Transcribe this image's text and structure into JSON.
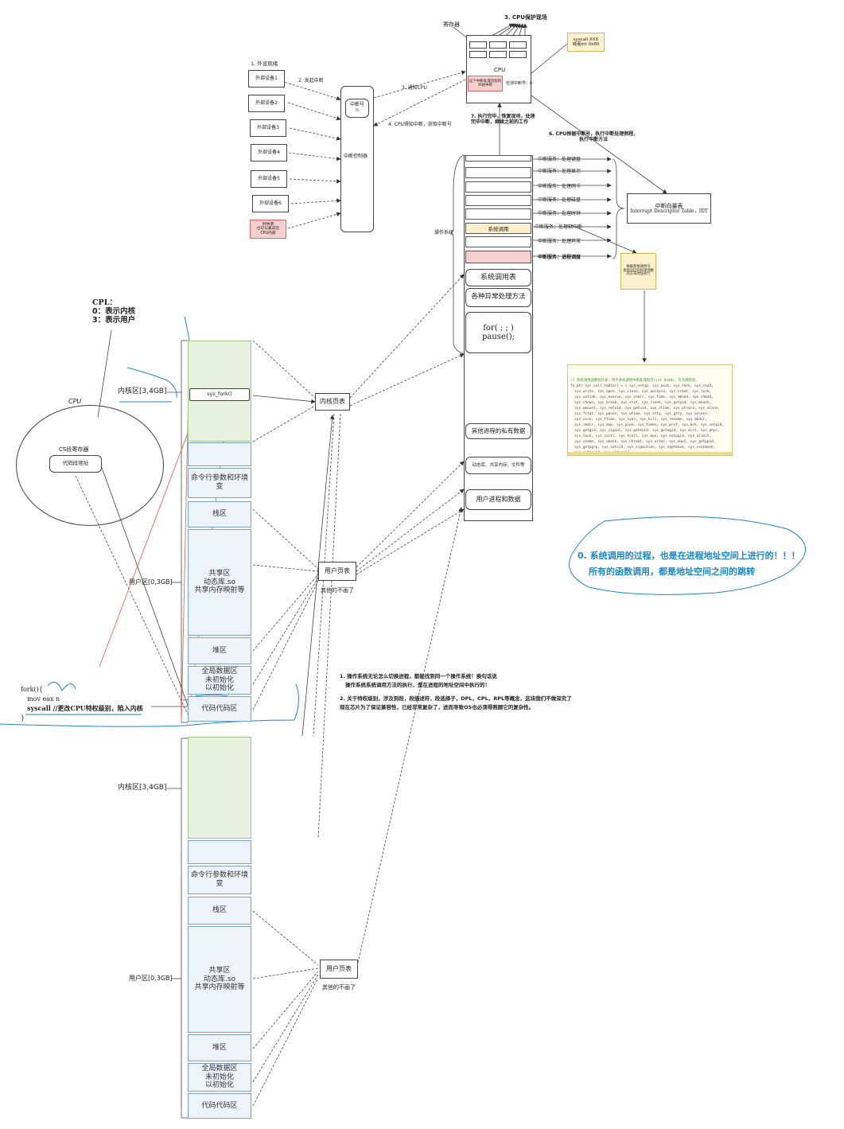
{
  "top": {
    "registers_label": "寄存器",
    "cpu_protect_label": "3. CPU保护现场",
    "cpu_label": "CPU",
    "cpu_red_box": "这个中断处理流程的开始中断",
    "cpu_inner_text": "检测中断号：n",
    "syscall_note": "syscall XXX\n或者int 0x80",
    "step_notify": "3. 通知CPU",
    "step_get_intnum": "4. CPU得知中断，获取中断号",
    "step_restore": "7. 执行完毕，恢复现场，处理\n完毕中断，继续之前的工作",
    "step_lookup": "6. CPU根据中断号，执行中断处理例程，\n执行中断方法"
  },
  "peripherals": {
    "title": "1. 外设就绪",
    "items": [
      "外部设备1",
      "外部设备2",
      "外部设备3",
      "外部设备4",
      "外部设备5",
      "外部设备6"
    ],
    "timer": "时钟源\n也可以集成在\nCPU内部",
    "raise_int": "2. 发起中断"
  },
  "controller": {
    "int_num": "中断号\nn",
    "label": "中断控制器"
  },
  "kernel_table": {
    "os_label": "操作系统",
    "syscall_cell": "系统调用",
    "services": [
      "中断服务：处理键盘",
      "中断服务：处理显示",
      "中断服务：处理网卡",
      "中断服务：处理磁盘",
      "中断服务：处理时钟",
      "中断服务：处理软中断",
      "中断服务：处理异常",
      "中断服务：进程调度"
    ],
    "syscall_table": "系统调用表",
    "exception_handlers": "各种异常处理方法",
    "loop_code": "for( ; ; )\npause();",
    "other_private": "其他进程的私有数据",
    "dynlib": "动态库、共享内存、文件等",
    "user_proc": "用户进程和数据"
  },
  "idt": {
    "name": "中断向量表",
    "full": "Interrupt Descriptor Table，IDT"
  },
  "dispatch_note": "根据系统调用号\n查找对应的处理函数\n的方法地址执行",
  "syscall_code": {
    "comment": "// 系统调用函数指针表：用于系统调用中断处理程序(int 0x80)，作为跳转表。",
    "body": "fn_ptr sys_call_table[] = { sys_setup, sys_exit, sys_fork, sys_read,\n  sys_write, sys_open, sys_close, sys_waitpid, sys_creat, sys_link,\n  sys_unlink, sys_execve, sys_chdir, sys_time, sys_mknod, sys_chmod,\n  sys_chown, sys_break, sys_stat, sys_lseek, sys_getpid, sys_mount,\n  sys_umount, sys_setuid, sys_getuid, sys_stime, sys_ptrace, sys_alarm,\n  sys_fstat, sys_pause, sys_utime, sys_stty, sys_gtty, sys_access,\n  sys_nice, sys_ftime, sys_sync, sys_kill, sys_rename, sys_mkdir,\n  sys_rmdir, sys_dup, sys_pipe, sys_times, sys_prof, sys_brk, sys_setgid,\n  sys_getgid, sys_signal, sys_geteuid, sys_getegid, sys_acct, sys_phys,\n  sys_lock, sys_ioctl, sys_fcntl, sys_mpx, sys_setpgid, sys_ulimit,\n  sys_uname, sys_umask, sys_chroot, sys_ustat, sys_dup2, sys_getppid,\n  sys_getpgrp, sys_setsid, sys_sigaction, sys_sgetmask, sys_ssetmask,\n  sys_setreuid, sys_setregid\n};"
  },
  "cpl": {
    "title": "CPL：",
    "line0": "0：表示内核",
    "line3": "3：表示用户"
  },
  "cpu_circle": {
    "title": "CPU",
    "cs_register": "CS段寄存器",
    "code_addr": "代码段地址"
  },
  "process1": {
    "kernel_label": "内核区[3,4GB]",
    "user_label": "用户区[0,3GB]",
    "sys_fork": "sys_fork()",
    "segments": [
      "命令行参数和环境变",
      "栈区",
      "共享区\n动态库.so\n共享内存映射等",
      "堆区",
      "全局数据区\n未初始化\n以初始化",
      "代码代码区"
    ]
  },
  "process2": {
    "kernel_label": "内核区[3,4GB]",
    "user_label": "用户区[0,3GB]",
    "segments": [
      "命令行参数和环境变",
      "栈区",
      "共享区\n动态库.so\n共享内存映射等",
      "堆区",
      "全局数据区\n未初始化\n以初始化",
      "代码代码区"
    ]
  },
  "page_tables": {
    "kernel": "内核页表",
    "user1": "用户页表",
    "user1_note": "其他的不画了",
    "user2": "用户页表",
    "user2_note": "其他的不画了"
  },
  "fork_code": {
    "line1": "fork(){",
    "line2": "mov eax n",
    "line3": "syscall //更改CPU特权级别，陷入内核",
    "line4": "}"
  },
  "highlight_note": {
    "line1": "0. 系统调用的过程，也是在进程地址空间上进行的！！！",
    "line2": "所有的函数调用，都是地址空间之间的跳转"
  },
  "notes": {
    "n1a": "1. 操作系统无论怎么切换进程，都能找到同一个操作系统！换句话说",
    "n1b": "操作系统系统调用方法的执行，是在进程的地址空间中执行的！",
    "n2a": "2. 关于特权级别，涉及到段，段描述符，段选择子，DPL，CPL，RPL等概念，这块我们不做深究了",
    "n2b": "现在芯片为了保证兼容性，已经非常复杂了，进而导致OS也必须得照顾它的复杂性。"
  },
  "colors": {
    "kernel_green": "#e6f2dd",
    "user_blue": "#edf3fb",
    "accent_blue": "#1d86c9",
    "red_fill": "#f8cfcf",
    "yellow_fill": "#fdf0cc",
    "red_line": "#e06a5a"
  }
}
